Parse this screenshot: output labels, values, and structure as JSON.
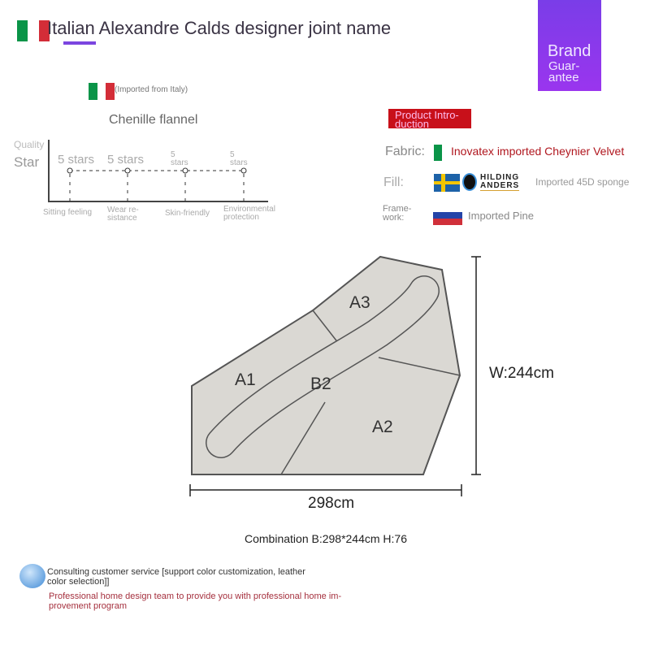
{
  "header": {
    "title": "Italian Alexandre Calds designer joint name",
    "brand_line1": "Brand",
    "brand_line2": "Guar-",
    "brand_line3": "antee"
  },
  "origin": {
    "note": "(Imported from Italy)",
    "material": "Chenille flannel"
  },
  "quality": {
    "label1": "Quality",
    "label2": "Star",
    "items": [
      {
        "value": "5 stars",
        "name1": "Sitting feeling",
        "name2": ""
      },
      {
        "value": "5 stars",
        "name1": "Wear re-",
        "name2": "sistance"
      },
      {
        "value1": "5",
        "value2": "stars",
        "name1": "Skin-friendly",
        "name2": ""
      },
      {
        "value1": "5",
        "value2": "stars",
        "name1": "Environmental",
        "name2": "protection"
      }
    ]
  },
  "intro": {
    "badge1": "Product Intro-",
    "badge2": "duction",
    "fabric_label": "Fabric:",
    "fabric_value": "Inovatex imported Cheynier Velvet",
    "fill_label": "Fill:",
    "fill_brand1": "HILDING",
    "fill_brand2": "ANDERS",
    "fill_value": "Imported 45D sponge",
    "frame_label1": "Frame-",
    "frame_label2": "work:",
    "frame_value": "Imported Pine"
  },
  "diagram": {
    "seats": [
      "A1",
      "A2",
      "A3",
      "B2"
    ],
    "width_label": "W:244cm",
    "length_label": "298cm",
    "combination": "Combination B:298*244cm H:76"
  },
  "footer": {
    "service1": "Consulting customer service [support color customization, leather",
    "service2": "color selection]]",
    "team1": "Professional home design team to provide you with professional home im-",
    "team2": "provement program"
  },
  "colors": {
    "accent": "#7b45e0",
    "red": "#c8101a",
    "sofa": "#dad8d3"
  }
}
